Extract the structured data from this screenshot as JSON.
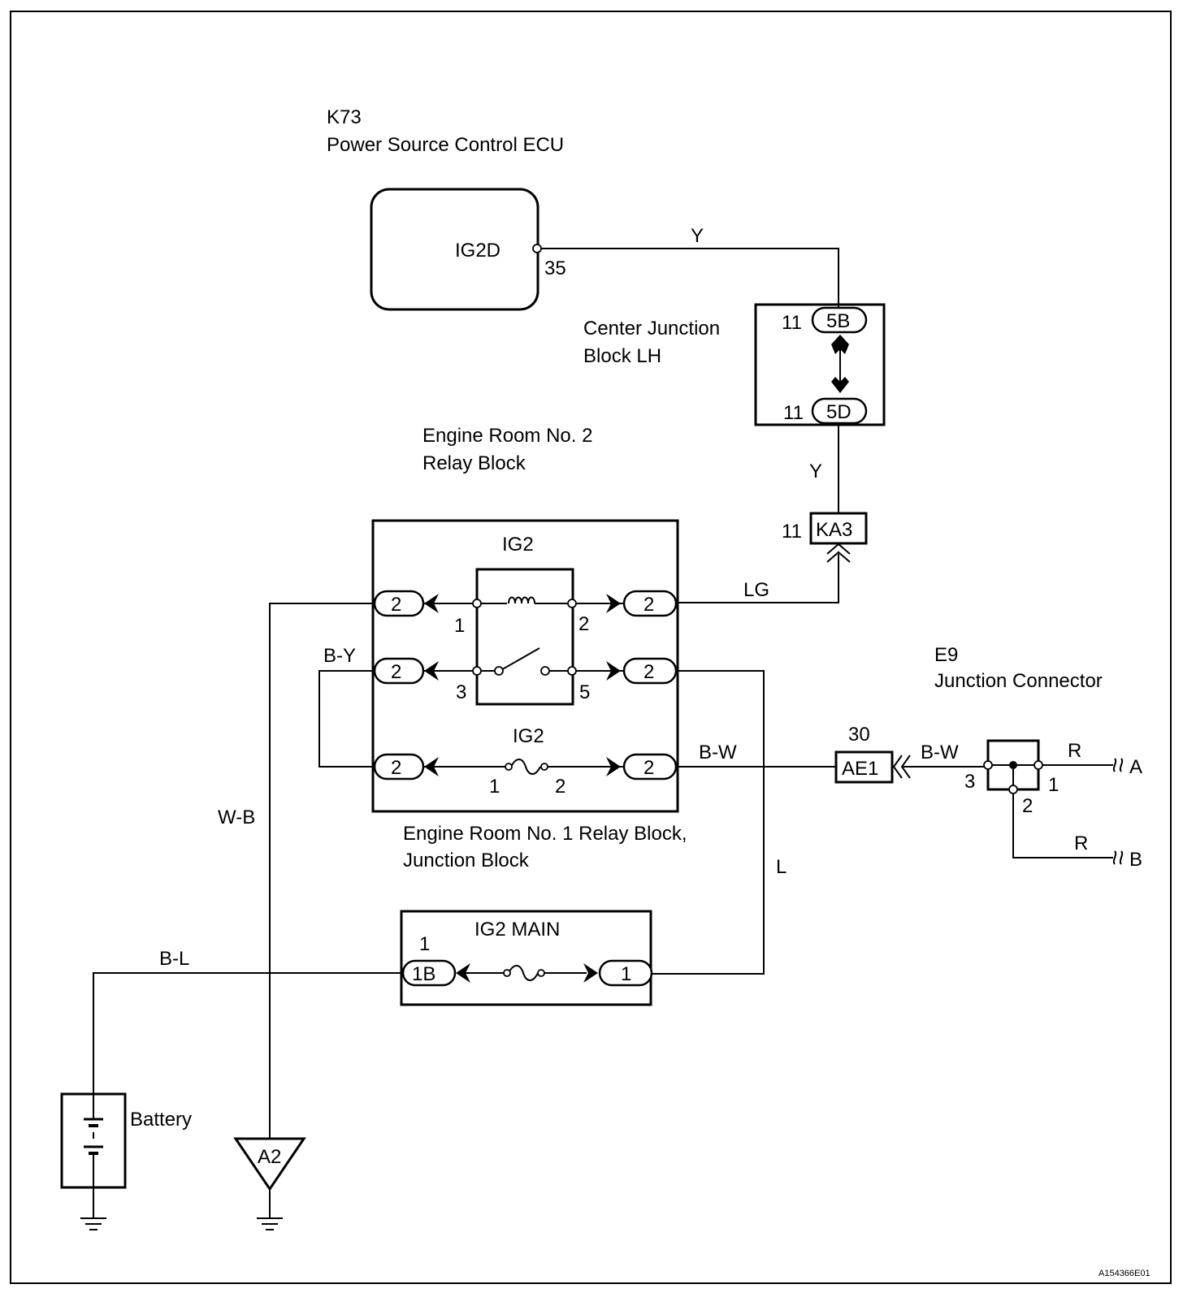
{
  "components": {
    "ecu": {
      "code": "K73",
      "name": "Power Source Control ECU",
      "terminal_name": "IG2D",
      "pin": "35"
    },
    "center_junction_block": {
      "name_line1": "Center Junction",
      "name_line2": "Block LH",
      "pin_top": "11",
      "conn_top": "5B",
      "pin_bottom": "11",
      "conn_bottom": "5D"
    },
    "ka3": {
      "pin": "11",
      "code": "KA3"
    },
    "relay_block_2": {
      "name_line1": "Engine Room No. 2",
      "name_line2": "Relay Block"
    },
    "relay": {
      "name": "IG2",
      "pin1": "1",
      "pin2": "2",
      "pin3": "3",
      "pin5": "5",
      "conn": "2"
    },
    "fuse_ig2": {
      "name": "IG2",
      "pin1": "1",
      "pin2": "2"
    },
    "relay_block_1": {
      "name_line1": "Engine Room No. 1 Relay Block,",
      "name_line2": "Junction Block"
    },
    "ig2_main": {
      "name": "IG2 MAIN",
      "pin": "1",
      "conn_left": "1B",
      "conn_right": "1"
    },
    "ae1": {
      "pin": "30",
      "code": "AE1"
    },
    "e9": {
      "code": "E9",
      "name": "Junction Connector",
      "pin3": "3",
      "pin1": "1",
      "pin2": "2"
    },
    "battery": {
      "name": "Battery"
    },
    "ground": {
      "code": "A2"
    }
  },
  "wires": {
    "y_top": "Y",
    "y_bottom": "Y",
    "lg": "LG",
    "by": "B-Y",
    "bw_left": "B-W",
    "bw_right": "B-W",
    "wb": "W-B",
    "bl": "B-L",
    "l": "L",
    "r_top": "R",
    "r_bottom": "R"
  },
  "endpoints": {
    "a": "A",
    "b": "B"
  },
  "figure_id": "A154366E01"
}
